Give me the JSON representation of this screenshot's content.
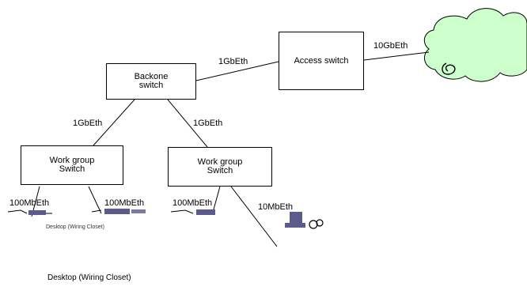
{
  "nodes": {
    "backbone": {
      "line1": "Backone",
      "line2": "switch"
    },
    "access": {
      "label": "Access switch"
    },
    "workgroup_left": {
      "line1": "Work group",
      "line2": "Switch"
    },
    "workgroup_right": {
      "line1": "Work group",
      "line2": "Switch"
    }
  },
  "links": {
    "backbone_access": "1GbEth",
    "access_cloud": "10GbEth",
    "backbone_wg_left": "1GbEth",
    "backbone_wg_right": "1GbEth",
    "wg_left_desktop_a": "100MbEth",
    "wg_left_desktop_b": "100MbEth",
    "wg_right_desktop": "100MbEth",
    "wg_right_workstation": "10MbEth"
  },
  "captions": {
    "desktop_small": "Desktop (Wiring Closet)",
    "desktop_bottom": "Desktop (Wiring Closet)"
  },
  "colors": {
    "line": "#000000",
    "cloud_fill": "#ccffcc",
    "device": "#5a5a8c"
  }
}
